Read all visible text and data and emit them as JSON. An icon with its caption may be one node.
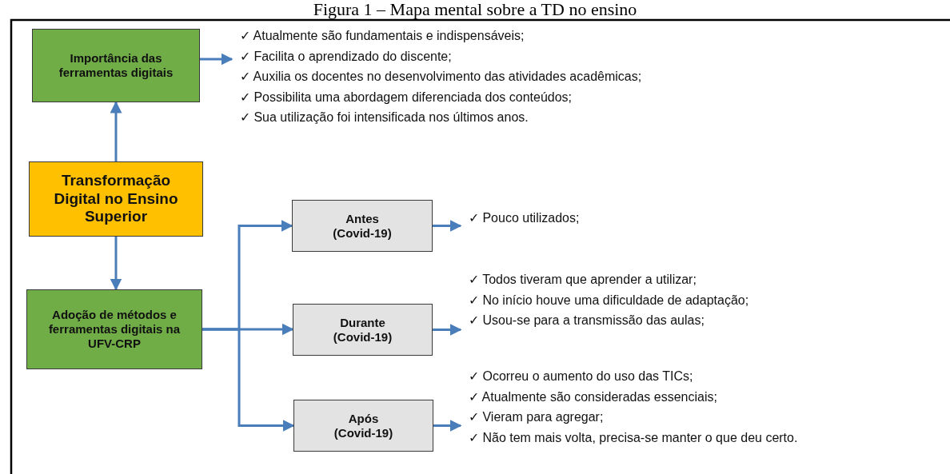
{
  "diagram": {
    "title": "Figura 1 – Mapa mental sobre a TD no ensino",
    "nodes": [
      {
        "text": [
          "Importância das ferramentas digitais"
        ]
      },
      {
        "text": [
          "✓ Atualmente são fundamentais e indispensáveis;",
          "✓ Facilita o aprendizado do discente;",
          "✓ Auxilia os docentes no desenvolvimento das atividades acadêmicas;",
          "✓ Possibilita uma abordagem diferenciada dos conteúdos;",
          "✓ Sua utilização foi intensificada nos últimos anos."
        ]
      },
      {
        "text": [
          "Transformação Digital no Ensino Superior"
        ]
      },
      {
        "text": [
          "Adoção de métodos e ferramentas digitais na UFV-CRP"
        ]
      },
      {
        "text": [
          "Antes",
          "(Covid-19)"
        ]
      },
      {
        "text": [
          "✓ Pouco utilizados;"
        ]
      },
      {
        "text": [
          "Durante",
          "(Covid-19)"
        ]
      },
      {
        "text": [
          "✓ Todos tiveram que aprender a utilizar;",
          "✓ No início houve uma dificuldade de adaptação;",
          "✓ Usou-se para a transmissão das aulas;"
        ]
      },
      {
        "text": [
          "Após",
          "(Covid-19)"
        ]
      },
      {
        "text": [
          "✓ Ocorreu o aumento do uso das TICs;",
          "✓ Atualmente são consideradas essenciais;",
          "✓ Vieram para agregar;",
          "✓ Não tem mais volta, precisa-se manter o que deu certo."
        ]
      }
    ],
    "edges": [
      {
        "from": 2,
        "to": 0,
        "arrow": "to"
      },
      {
        "from": 0,
        "to": 1,
        "arrow": "to"
      },
      {
        "from": 2,
        "to": 3,
        "arrow": "to"
      },
      {
        "from": 3,
        "to": 4,
        "arrow": "to"
      },
      {
        "from": 3,
        "to": 6,
        "arrow": "to"
      },
      {
        "from": 3,
        "to": 8,
        "arrow": "to"
      },
      {
        "from": 4,
        "to": 5,
        "arrow": "to"
      },
      {
        "from": 6,
        "to": 7,
        "arrow": "to"
      },
      {
        "from": 8,
        "to": 9,
        "arrow": "to"
      }
    ]
  }
}
